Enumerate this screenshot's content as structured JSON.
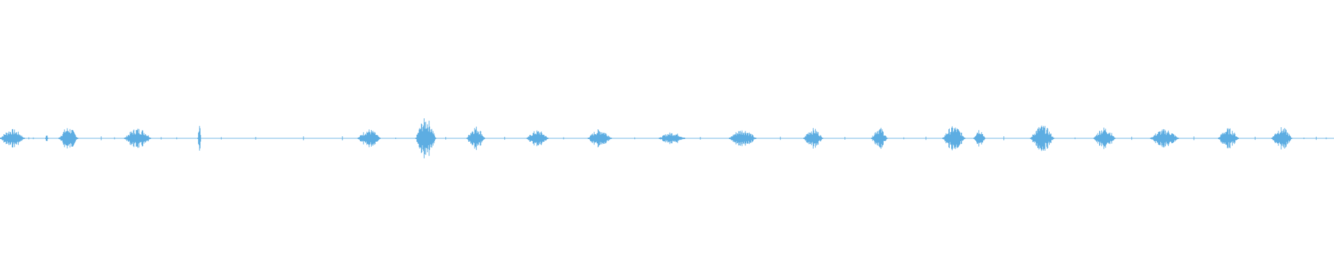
{
  "waveform": {
    "color": "#5dade2",
    "background": "#ffffff",
    "duration_seconds": 120,
    "baseline_amplitude": 0.003,
    "segments": [
      {
        "start": 0.0,
        "end": 2.2,
        "peak": 0.09
      },
      {
        "start": 4.1,
        "end": 4.3,
        "peak": 0.05
      },
      {
        "start": 5.3,
        "end": 7.0,
        "peak": 0.11
      },
      {
        "start": 11.2,
        "end": 13.6,
        "peak": 0.1
      },
      {
        "start": 17.8,
        "end": 18.1,
        "peak": 0.18
      },
      {
        "start": 32.2,
        "end": 34.2,
        "peak": 0.09
      },
      {
        "start": 37.4,
        "end": 39.2,
        "peak": 0.2
      },
      {
        "start": 42.0,
        "end": 43.6,
        "peak": 0.12
      },
      {
        "start": 47.4,
        "end": 49.3,
        "peak": 0.08
      },
      {
        "start": 52.9,
        "end": 55.0,
        "peak": 0.09
      },
      {
        "start": 59.3,
        "end": 61.6,
        "peak": 0.06
      },
      {
        "start": 65.6,
        "end": 68.0,
        "peak": 0.09
      },
      {
        "start": 72.3,
        "end": 74.0,
        "peak": 0.1
      },
      {
        "start": 78.4,
        "end": 79.8,
        "peak": 0.11
      },
      {
        "start": 84.8,
        "end": 86.8,
        "peak": 0.12
      },
      {
        "start": 87.6,
        "end": 88.6,
        "peak": 0.1
      },
      {
        "start": 92.7,
        "end": 94.8,
        "peak": 0.13
      },
      {
        "start": 98.4,
        "end": 100.3,
        "peak": 0.11
      },
      {
        "start": 103.5,
        "end": 106.0,
        "peak": 0.09
      },
      {
        "start": 109.6,
        "end": 111.4,
        "peak": 0.1
      },
      {
        "start": 114.4,
        "end": 116.2,
        "peak": 0.11
      }
    ],
    "blips": [
      2.6,
      3.0,
      9.1,
      10.3,
      14.5,
      15.9,
      19.9,
      23.0,
      27.3,
      30.8,
      35.6,
      40.1,
      45.4,
      50.7,
      57.1,
      63.0,
      70.2,
      76.0,
      81.3,
      83.3,
      90.3,
      96.7,
      101.8,
      107.4,
      112.9,
      117.3,
      118.4,
      119.3
    ]
  }
}
